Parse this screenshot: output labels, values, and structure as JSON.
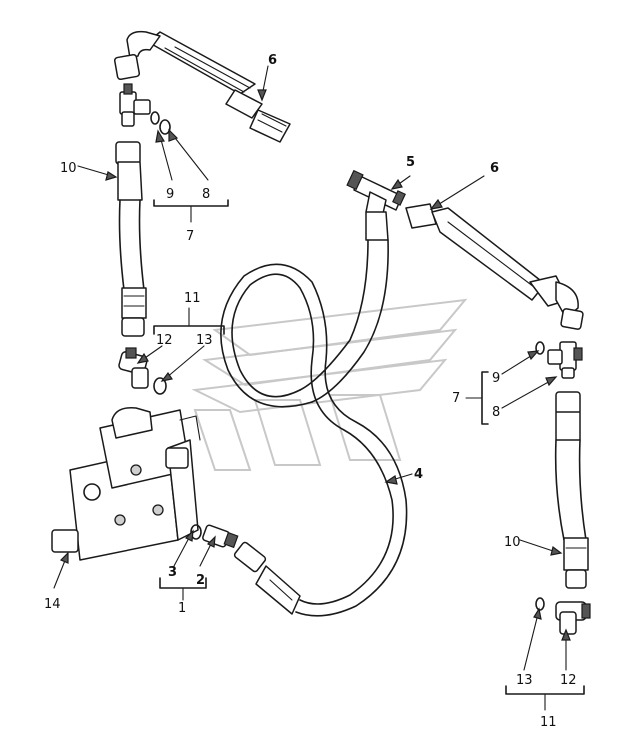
{
  "labels": {
    "l1": "1",
    "l2": "2",
    "l3": "3",
    "l4": "4",
    "l5": "5",
    "l6a": "6",
    "l6b": "6",
    "l7a": "7",
    "l7b": "7",
    "l8a": "8",
    "l8b": "8",
    "l9a": "9",
    "l9b": "9",
    "l10a": "10",
    "l10b": "10",
    "l11a": "11",
    "l11b": "11",
    "l12a": "12",
    "l12b": "12",
    "l13a": "13",
    "l13b": "13",
    "l14": "14"
  },
  "parts": [
    {
      "name": "hose-6-upper"
    },
    {
      "name": "hose-6-right"
    },
    {
      "name": "hose-10-left"
    },
    {
      "name": "hose-10-right"
    },
    {
      "name": "hose-4-long-loop"
    },
    {
      "name": "tee-fitting-5"
    },
    {
      "name": "valve-block-14"
    },
    {
      "name": "elbow-fitting-12"
    },
    {
      "name": "o-ring-13"
    },
    {
      "name": "connector-2"
    },
    {
      "name": "o-ring-3"
    }
  ]
}
